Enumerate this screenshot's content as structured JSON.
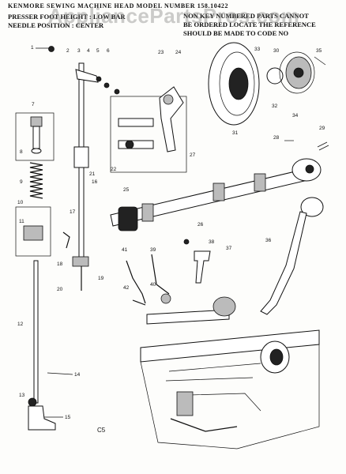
{
  "header": {
    "title": "KENMORE SEWING MACHINE HEAD  MODEL NUMBER 158.10422",
    "presser_foot": "PRESSER FOOT HEIGHT : LOW BAR",
    "needle_position": "NEEDLE POSITION : CENTER",
    "note_line1": "NON KEY NUMBERED PARTS CANNOT",
    "note_line2": "BE ORDERED LOCATE THE REFERENCE",
    "note_line3": "SHOULD BE MADE TO CODE NO"
  },
  "watermark": "AppliancePartsPros.com",
  "code_label": "C5",
  "callouts": [
    "1",
    "2",
    "3",
    "4",
    "5",
    "6",
    "7",
    "8",
    "9",
    "10",
    "11",
    "12",
    "13",
    "14",
    "15",
    "16",
    "17",
    "18",
    "19",
    "20",
    "21",
    "22",
    "23",
    "24",
    "25",
    "26",
    "27",
    "28",
    "29",
    "30",
    "31",
    "32",
    "33",
    "34",
    "35",
    "36",
    "37",
    "38",
    "39",
    "40",
    "41",
    "42"
  ]
}
